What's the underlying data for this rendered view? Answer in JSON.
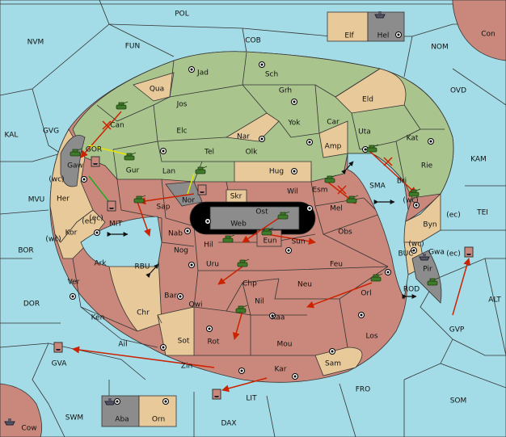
{
  "colors": {
    "sea": "#a3dbe6",
    "neutral": "#e8c99a",
    "green": "#a9c48d",
    "red": "#c9887b",
    "grey": "#8c8c8c",
    "order": "#cc2200",
    "support": "#e6e600",
    "convoy": "#22aa22"
  },
  "sea_labels": [
    {
      "id": "POL",
      "text": "POL"
    },
    {
      "id": "NVM",
      "text": "NVM"
    },
    {
      "id": "FUN",
      "text": "FUN"
    },
    {
      "id": "COB",
      "text": "COB"
    },
    {
      "id": "NOM",
      "text": "NOM"
    },
    {
      "id": "OVD",
      "text": "OVD"
    },
    {
      "id": "KAL",
      "text": "KAL"
    },
    {
      "id": "GVG",
      "text": "GVG"
    },
    {
      "id": "KAM",
      "text": "KAM"
    },
    {
      "id": "MVU",
      "text": "MVU"
    },
    {
      "id": "TEI",
      "text": "TEI"
    },
    {
      "id": "BOR",
      "text": "BOR"
    },
    {
      "id": "DOR",
      "text": "DOR"
    },
    {
      "id": "ALT",
      "text": "ALT"
    },
    {
      "id": "GVP",
      "text": "GVP"
    },
    {
      "id": "GVA",
      "text": "GVA"
    },
    {
      "id": "FRO",
      "text": "FRO"
    },
    {
      "id": "SOM",
      "text": "SOM"
    },
    {
      "id": "SWM",
      "text": "SWM"
    },
    {
      "id": "DAX",
      "text": "DAX"
    },
    {
      "id": "LIT",
      "text": "LIT"
    },
    {
      "id": "SMA",
      "text": "SMA"
    },
    {
      "id": "MIT",
      "text": "MIT"
    },
    {
      "id": "RBU",
      "text": "RBU"
    },
    {
      "id": "BUC",
      "text": "BUC"
    },
    {
      "id": "ROD",
      "text": "ROD"
    }
  ],
  "land_labels": [
    {
      "id": "Con",
      "text": "Con"
    },
    {
      "id": "Elf",
      "text": "Elf"
    },
    {
      "id": "Hel",
      "text": "Hel"
    },
    {
      "id": "Jad",
      "text": "Jad"
    },
    {
      "id": "Sch",
      "text": "Sch"
    },
    {
      "id": "Qua",
      "text": "Qua"
    },
    {
      "id": "Jos",
      "text": "Jos"
    },
    {
      "id": "Grh",
      "text": "Grh"
    },
    {
      "id": "Eld",
      "text": "Eld"
    },
    {
      "id": "Can",
      "text": "Can"
    },
    {
      "id": "Elc",
      "text": "Elc"
    },
    {
      "id": "Nar",
      "text": "Nar"
    },
    {
      "id": "Yok",
      "text": "Yok"
    },
    {
      "id": "Car",
      "text": "Car"
    },
    {
      "id": "Uta",
      "text": "Uta"
    },
    {
      "id": "Kat",
      "text": "Kat"
    },
    {
      "id": "GOR",
      "text": "GOR"
    },
    {
      "id": "Tel",
      "text": "Tel"
    },
    {
      "id": "Olk",
      "text": "Olk"
    },
    {
      "id": "Amp",
      "text": "Amp"
    },
    {
      "id": "Gaw",
      "text": "Gaw"
    },
    {
      "id": "Gur",
      "text": "Gur"
    },
    {
      "id": "Lan",
      "text": "Lan"
    },
    {
      "id": "Hug",
      "text": "Hug"
    },
    {
      "id": "Rie",
      "text": "Rie"
    },
    {
      "id": "Bri",
      "text": "Bri"
    },
    {
      "id": "Wil",
      "text": "Wil"
    },
    {
      "id": "Esm",
      "text": "Esm"
    },
    {
      "id": "Her",
      "text": "Her"
    },
    {
      "id": "Sap",
      "text": "Sap"
    },
    {
      "id": "Nor",
      "text": "Nor"
    },
    {
      "id": "Skr",
      "text": "Skr"
    },
    {
      "id": "Ost",
      "text": "Ost"
    },
    {
      "id": "Web",
      "text": "Web"
    },
    {
      "id": "Mel",
      "text": "Mel"
    },
    {
      "id": "Byn",
      "text": "Byn"
    },
    {
      "id": "Kor",
      "text": "Kor"
    },
    {
      "id": "Nab",
      "text": "Nab"
    },
    {
      "id": "Obs",
      "text": "Obs"
    },
    {
      "id": "Hil",
      "text": "Hil"
    },
    {
      "id": "Eun",
      "text": "Eun"
    },
    {
      "id": "Sun",
      "text": "Sun"
    },
    {
      "id": "Gwa",
      "text": "Gwa"
    },
    {
      "id": "Ark",
      "text": "Ark"
    },
    {
      "id": "Nog",
      "text": "Nog"
    },
    {
      "id": "Uru",
      "text": "Uru"
    },
    {
      "id": "Feu",
      "text": "Feu"
    },
    {
      "id": "Pir",
      "text": "Pir"
    },
    {
      "id": "Ver",
      "text": "Ver"
    },
    {
      "id": "Chp",
      "text": "Chp"
    },
    {
      "id": "Neu",
      "text": "Neu"
    },
    {
      "id": "Bar",
      "text": "Bar"
    },
    {
      "id": "Qwi",
      "text": "Qwi"
    },
    {
      "id": "Orl",
      "text": "Orl"
    },
    {
      "id": "Ken",
      "text": "Ken"
    },
    {
      "id": "Chr",
      "text": "Chr"
    },
    {
      "id": "Nil",
      "text": "Nil"
    },
    {
      "id": "Kaa",
      "text": "Kaa"
    },
    {
      "id": "Ail",
      "text": "Ail"
    },
    {
      "id": "Rot",
      "text": "Rot"
    },
    {
      "id": "Sot",
      "text": "Sot"
    },
    {
      "id": "Mou",
      "text": "Mou"
    },
    {
      "id": "Los",
      "text": "Los"
    },
    {
      "id": "Zin",
      "text": "Zin"
    },
    {
      "id": "Sam",
      "text": "Sam"
    },
    {
      "id": "Kar",
      "text": "Kar"
    },
    {
      "id": "Cow",
      "text": "Cow"
    },
    {
      "id": "Aba",
      "text": "Aba"
    },
    {
      "id": "Orn",
      "text": "Orn"
    }
  ],
  "coast_labels": [
    {
      "id": "wc_her",
      "text": "(wc)"
    },
    {
      "id": "ec_her",
      "text": "(ec)"
    },
    {
      "id": "ec_kor",
      "text": "(ec)"
    },
    {
      "id": "wc_kor",
      "text": "(wc)"
    },
    {
      "id": "ec_byn",
      "text": "(ec)"
    },
    {
      "id": "wc_byn",
      "text": "(wc)"
    },
    {
      "id": "wc_gwa",
      "text": "(wc)"
    },
    {
      "id": "ec_gwa",
      "text": "(ec)"
    }
  ]
}
